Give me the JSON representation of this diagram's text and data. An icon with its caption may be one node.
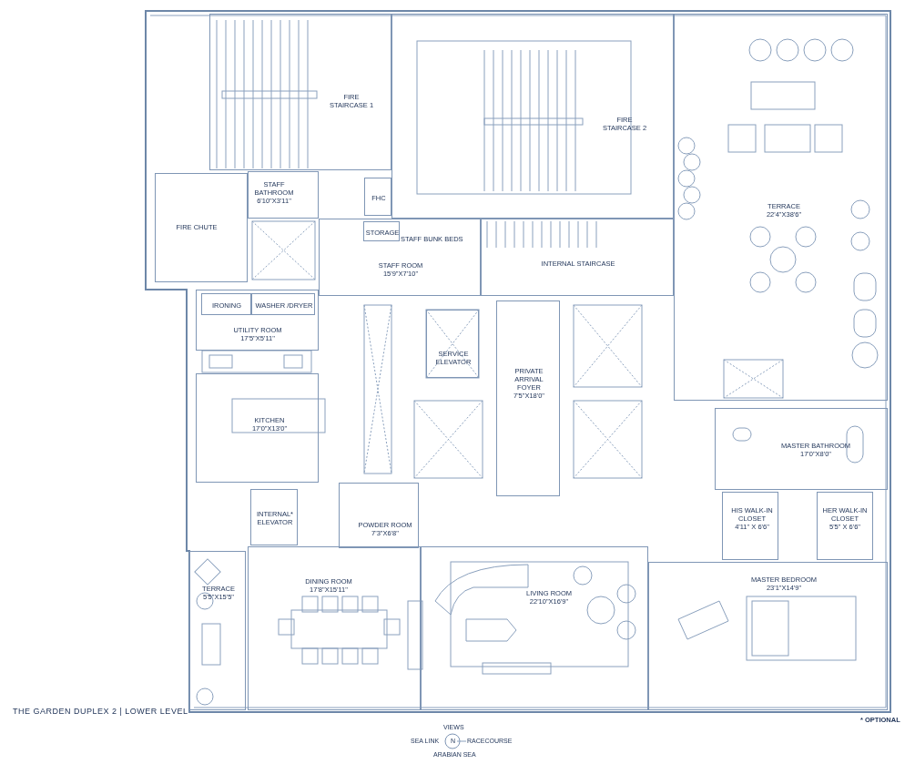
{
  "diagram": {
    "title": "THE GARDEN DUPLEX 2 | LOWER LEVEL",
    "nodes": [
      {
        "text": [
          "FIRE STAIRCASE 1"
        ]
      },
      {
        "text": [
          "FIRE STAIRCASE 2"
        ]
      },
      {
        "text": [
          "STAFF BATHROOM",
          "6'10\"X3'11\""
        ]
      },
      {
        "text": [
          "FHC"
        ]
      },
      {
        "text": [
          "FIRE CHUTE"
        ]
      },
      {
        "text": [
          "STAFF ROOM",
          "15'9\"X7'10\""
        ]
      },
      {
        "text": [
          "STORAGE"
        ],
        "in": 5
      },
      {
        "text": [
          "INTERNAL STAIRCASE"
        ]
      },
      {
        "text": [
          "TERRACE",
          "22'4\"X38'6\""
        ]
      },
      {
        "text": [
          "UTILITY ROOM",
          "17'5\"X5'11\""
        ]
      },
      {
        "text": [
          "IRONING"
        ],
        "in": 9
      },
      {
        "text": [
          "WASHER /DRYER"
        ],
        "in": 9
      },
      {
        "text": [
          "SERVICE ELEVATOR"
        ]
      },
      {
        "text": [
          "PRIVATE ARRIVAL FOYER",
          "7'5\"X18'0\""
        ]
      },
      {
        "text": [
          "KITCHEN",
          "17'0\"X13'0\""
        ]
      },
      {
        "text": [
          "MASTER BATHROOM",
          "17'0\"X8'0\""
        ]
      },
      {
        "text": [
          "INTERNAL* ELEVATOR"
        ]
      },
      {
        "text": [
          "POWDER ROOM",
          "7'3\"X6'8\""
        ]
      },
      {
        "text": [
          "HIS WALK-IN CLOSET",
          "4'11\" X 6'6\""
        ]
      },
      {
        "text": [
          "HER WALK-IN CLOSET",
          "5'5\" X 6'6\""
        ]
      },
      {
        "text": [
          "TERRACE",
          "5'5\"X15'5\""
        ]
      },
      {
        "text": [
          "DINING ROOM",
          "17'8\"X15'11\""
        ]
      },
      {
        "text": [
          "LIVING ROOM",
          "22'10\"X16'9\""
        ]
      },
      {
        "text": [
          "MASTER BEDROOM",
          "23'1\"X14'9\""
        ]
      }
    ],
    "labels": [
      "STAFF BUNK BEDS",
      "* OPTIONAL",
      "VIEWS",
      "SEA LINK",
      "N",
      "RACECOURSE",
      "ARABIAN SEA"
    ]
  }
}
